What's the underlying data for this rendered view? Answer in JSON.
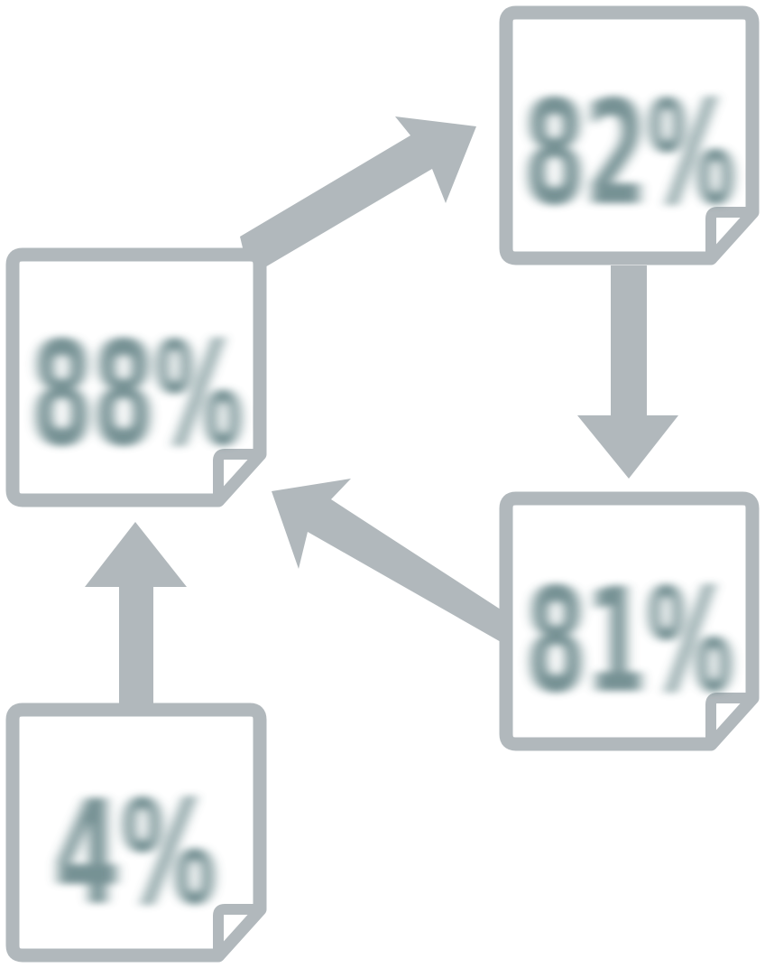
{
  "colors": {
    "frame": "#b1b8bc",
    "ink": "#5e7f82",
    "background": "#ffffff"
  },
  "cards": [
    {
      "id": "top-right",
      "label": "82%"
    },
    {
      "id": "middle-left",
      "label": "88%"
    },
    {
      "id": "middle-right",
      "label": "81%"
    },
    {
      "id": "bottom-left",
      "label": "4%"
    }
  ],
  "flow": [
    {
      "from": "middle-left",
      "to": "top-right"
    },
    {
      "from": "top-right",
      "to": "middle-right"
    },
    {
      "from": "middle-right",
      "to": "middle-left"
    },
    {
      "from": "bottom-left",
      "to": "middle-left"
    }
  ]
}
